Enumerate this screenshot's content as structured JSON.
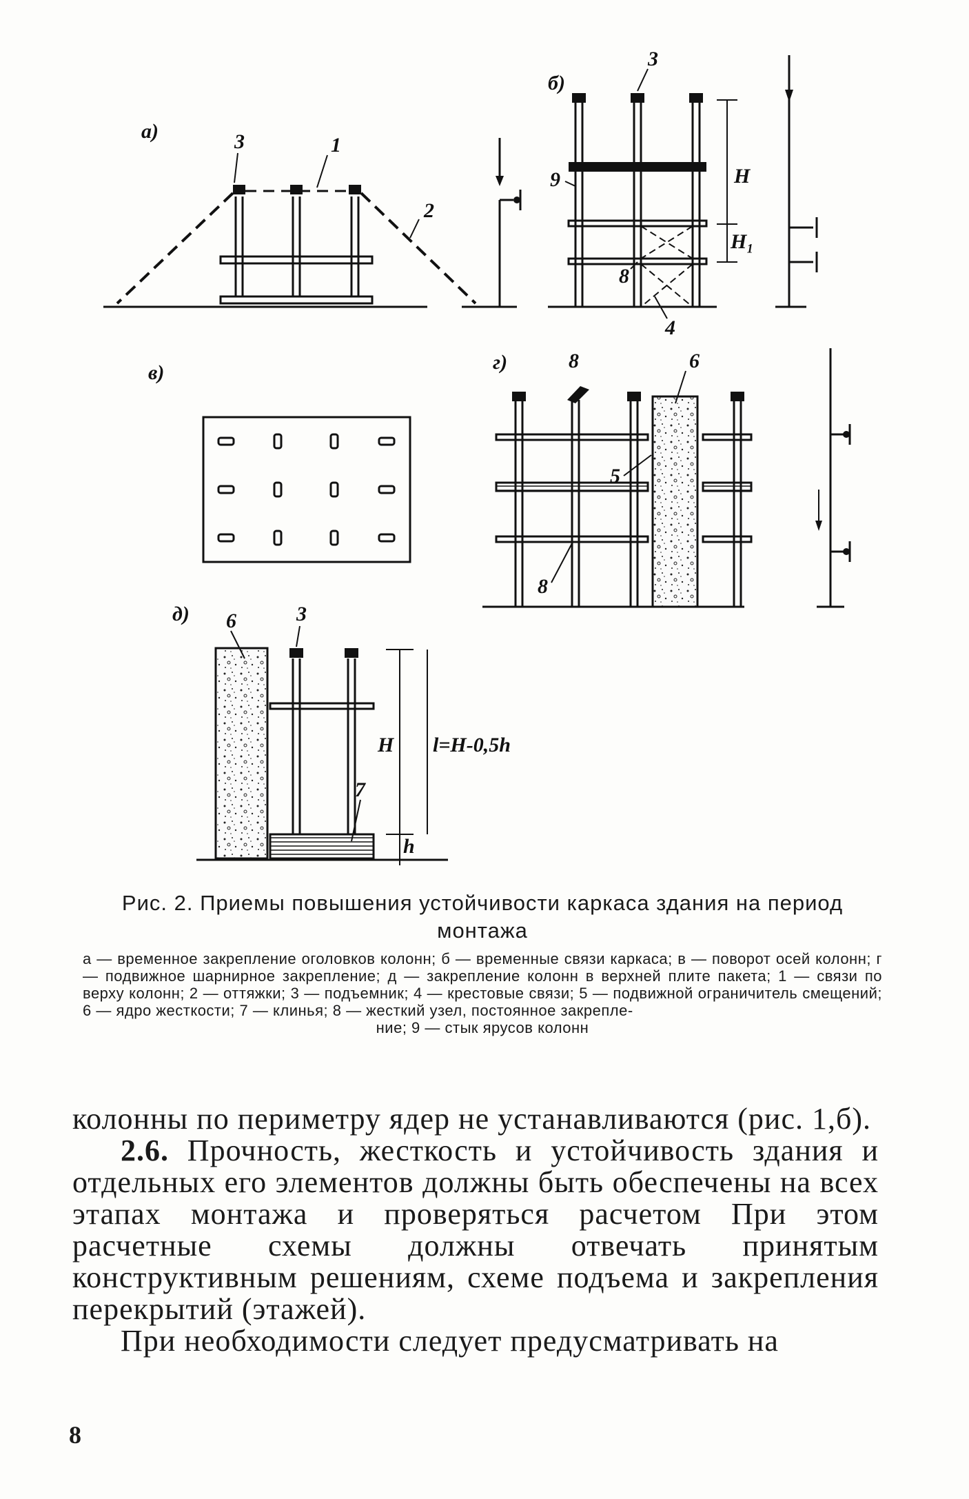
{
  "figure": {
    "labels": {
      "a": "а)",
      "b": "б)",
      "v": "в)",
      "g": "г)",
      "d": "д)"
    },
    "numbers": {
      "n1": "1",
      "n2": "2",
      "n3a": "3",
      "n3b": "3",
      "n3d": "3",
      "n4": "4",
      "n5": "5",
      "n6g": "6",
      "n6d": "6",
      "n7": "7",
      "n8b": "8",
      "n8g1": "8",
      "n8g2": "8",
      "n9": "9"
    },
    "dims": {
      "H_b": "H",
      "H1_b": "H₁",
      "H_d": "H",
      "l_d": "l=H-0,5h",
      "h_d": "h"
    }
  },
  "caption": {
    "title": "Рис. 2. Приемы повышения устойчивости каркаса здания на период монтажа",
    "legend": "а — временное закрепление оголовков колонн; б — временные связи каркаса; в — поворот осей колонн; г — подвижное шарнирное закрепление; д — закрепление колонн в верхней плите пакета; 1 — связи по верху колонн; 2 — оттяжки; 3 — подъемник; 4 — крестовые связи; 5 — подвижной ограничитель смещений; 6 — ядро жесткости; 7 — клинья; 8 — жесткий узел, постоянное закрепле-",
    "legend_last": "ние; 9 — стык ярусов колонн"
  },
  "body": {
    "p1": "колонны по периметру ядер не устанавливаются (рис. 1,б).",
    "p2_num": "2.6.",
    "p2": "Прочность, жесткость и устойчивость здания и отдельных его элементов должны быть обеспечены на всех этапах монтажа и проверяться расчетом При этом расчетные схемы должны отвечать принятым конструктивным решениям, схеме подъема и закрепления перекрытий (этажей).",
    "p3": "При необходимости следует предусматривать на"
  },
  "page_number": "8"
}
